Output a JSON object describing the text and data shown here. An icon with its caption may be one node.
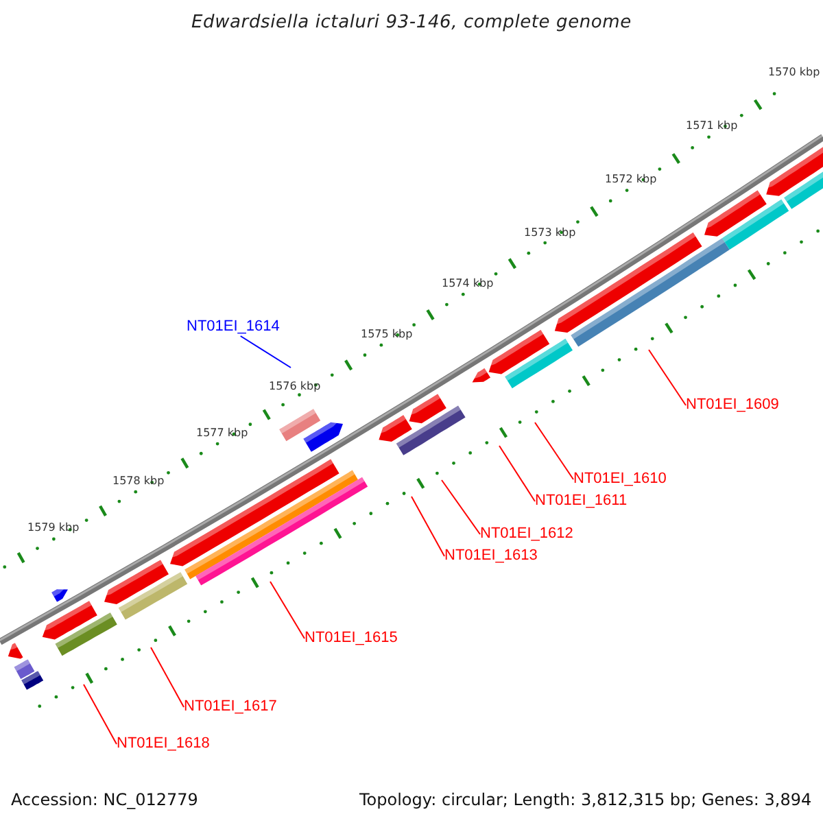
{
  "diagram": {
    "title": "Edwardsiella ictaluri 93-146, complete genome",
    "nodes": [
      {
        "text": [
          "NT01EI_1614"
        ]
      },
      {
        "text": [
          "NT01EI_1609"
        ]
      },
      {
        "text": [
          "NT01EI_1610"
        ]
      },
      {
        "text": [
          "NT01EI_1611"
        ]
      },
      {
        "text": [
          "NT01EI_1612"
        ]
      },
      {
        "text": [
          "NT01EI_1613"
        ]
      },
      {
        "text": [
          "NT01EI_1615"
        ]
      },
      {
        "text": [
          "NT01EI_1617"
        ]
      },
      {
        "text": [
          "NT01EI_1618"
        ]
      }
    ],
    "edges": [
      {
        "from": 0,
        "to": null,
        "arrow": "none",
        "color": "#0000ff"
      },
      {
        "from": 1,
        "to": null,
        "arrow": "none"
      },
      {
        "from": 2,
        "to": null,
        "arrow": "none"
      },
      {
        "from": 3,
        "to": null,
        "arrow": "none"
      },
      {
        "from": 4,
        "to": null,
        "arrow": "none"
      },
      {
        "from": 5,
        "to": null,
        "arrow": "none"
      },
      {
        "from": 6,
        "to": null,
        "arrow": "none"
      },
      {
        "from": 7,
        "to": null,
        "arrow": "none"
      },
      {
        "from": 8,
        "to": null,
        "arrow": "none"
      }
    ],
    "labels": [
      "1570 kbp",
      "1571 kbp",
      "1572 kbp",
      "1573 kbp",
      "1574 kbp",
      "1575 kbp",
      "1576 kbp",
      "1577 kbp",
      "1578 kbp",
      "1579 kbp",
      "Accession: NC_012779",
      "Topology: circular; Length: 3,812,315 bp; Genes: 3,894"
    ]
  }
}
